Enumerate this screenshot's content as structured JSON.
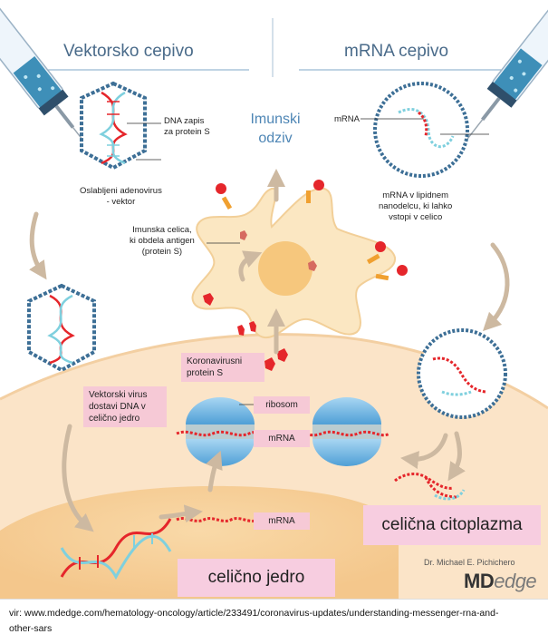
{
  "titles": {
    "left": "Vektorsko cepivo",
    "right": "mRNA cepivo"
  },
  "immune_response": {
    "line1": "Imunski",
    "line2": "odziv"
  },
  "labels": {
    "dna_record": "DNA zapis\nza protein S",
    "adenovirus": "Oslabljeni adenovirus\n- vektor",
    "mrna_top": "mRNA",
    "lipid": "mRNA v lipidnem\nnanodelcu, ki lahko\nvstopi v celico",
    "immune_cell": "Imunska celica,\nki obdela antigen\n(protein S)",
    "coronavirus_protein": "Koronavirusni\nprotein S",
    "ribosome": "ribosom",
    "mrna_mid": "mRNA",
    "mrna_low": "mRNA",
    "vector_virus": "Vektorski virus\ndostavi DNA v\ncelično jedro",
    "cytoplasm": "celična citoplazma",
    "nucleus": "celično jedro"
  },
  "credit": "Dr. Michael E. Pichichero",
  "logo": {
    "part1": "MD",
    "part2": "edge"
  },
  "source": "vir:  www.mdedge.com/hematology-oncology/article/233491/coronavirus-updates/understanding-messenger-rna-and-other-sars",
  "colors": {
    "title": "#4a6b8a",
    "immune": "#4e86b5",
    "pink_box": "#f6c9d6",
    "cytoplasm": "#fbe5cc",
    "nucleus": "#f8d7ae",
    "ribosome": "#74b6e4",
    "dna_red": "#e5262b",
    "dna_cyan": "#7fd0de",
    "arrow": "#cdb9a1",
    "hexagon": "#3d6f96"
  }
}
